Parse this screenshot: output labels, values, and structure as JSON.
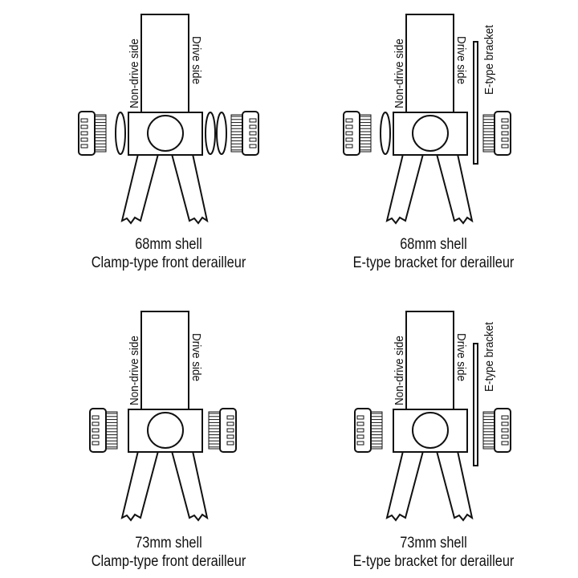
{
  "panels": [
    {
      "id": "68-clamp",
      "shell": "68mm shell",
      "type": "Clamp-type front derailleur",
      "labels": {
        "non_drive": "Non-drive side",
        "drive": "Drive side"
      },
      "spacers_left": 1,
      "spacers_right": 2,
      "bracket": false
    },
    {
      "id": "68-etype",
      "shell": "68mm shell",
      "type": "E-type bracket for derailleur",
      "labels": {
        "non_drive": "Non-drive side",
        "drive": "Drive side",
        "bracket": "E-type bracket"
      },
      "spacers_left": 1,
      "spacers_right": 0,
      "bracket": true
    },
    {
      "id": "73-clamp",
      "shell": "73mm shell",
      "type": "Clamp-type front derailleur",
      "labels": {
        "non_drive": "Non-drive side",
        "drive": "Drive side"
      },
      "spacers_left": 0,
      "spacers_right": 0,
      "bracket": false
    },
    {
      "id": "73-etype",
      "shell": "73mm shell",
      "type": "E-type bracket for derailleur",
      "labels": {
        "non_drive": "Non-drive side",
        "drive": "Drive side",
        "bracket": "E-type bracket"
      },
      "spacers_left": 0,
      "spacers_right": 0,
      "bracket": true
    }
  ]
}
